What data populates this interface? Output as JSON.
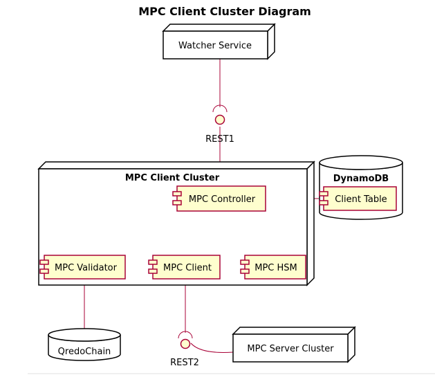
{
  "title": "MPC Client Cluster Diagram",
  "nodes": {
    "watcher": "Watcher Service",
    "cluster": "MPC Client Cluster",
    "server_cluster": "MPC Server Cluster"
  },
  "databases": {
    "dynamodb": "DynamoDB",
    "qredochain": "QredoChain"
  },
  "components": {
    "controller": "MPC Controller",
    "validator": "MPC Validator",
    "client": "MPC Client",
    "hsm": "MPC HSM",
    "client_table": "Client Table"
  },
  "interfaces": {
    "rest1": "REST1",
    "rest2": "REST2"
  },
  "colors": {
    "component_fill": "#fefece",
    "component_border": "#a80036",
    "edge": "#a80036"
  }
}
